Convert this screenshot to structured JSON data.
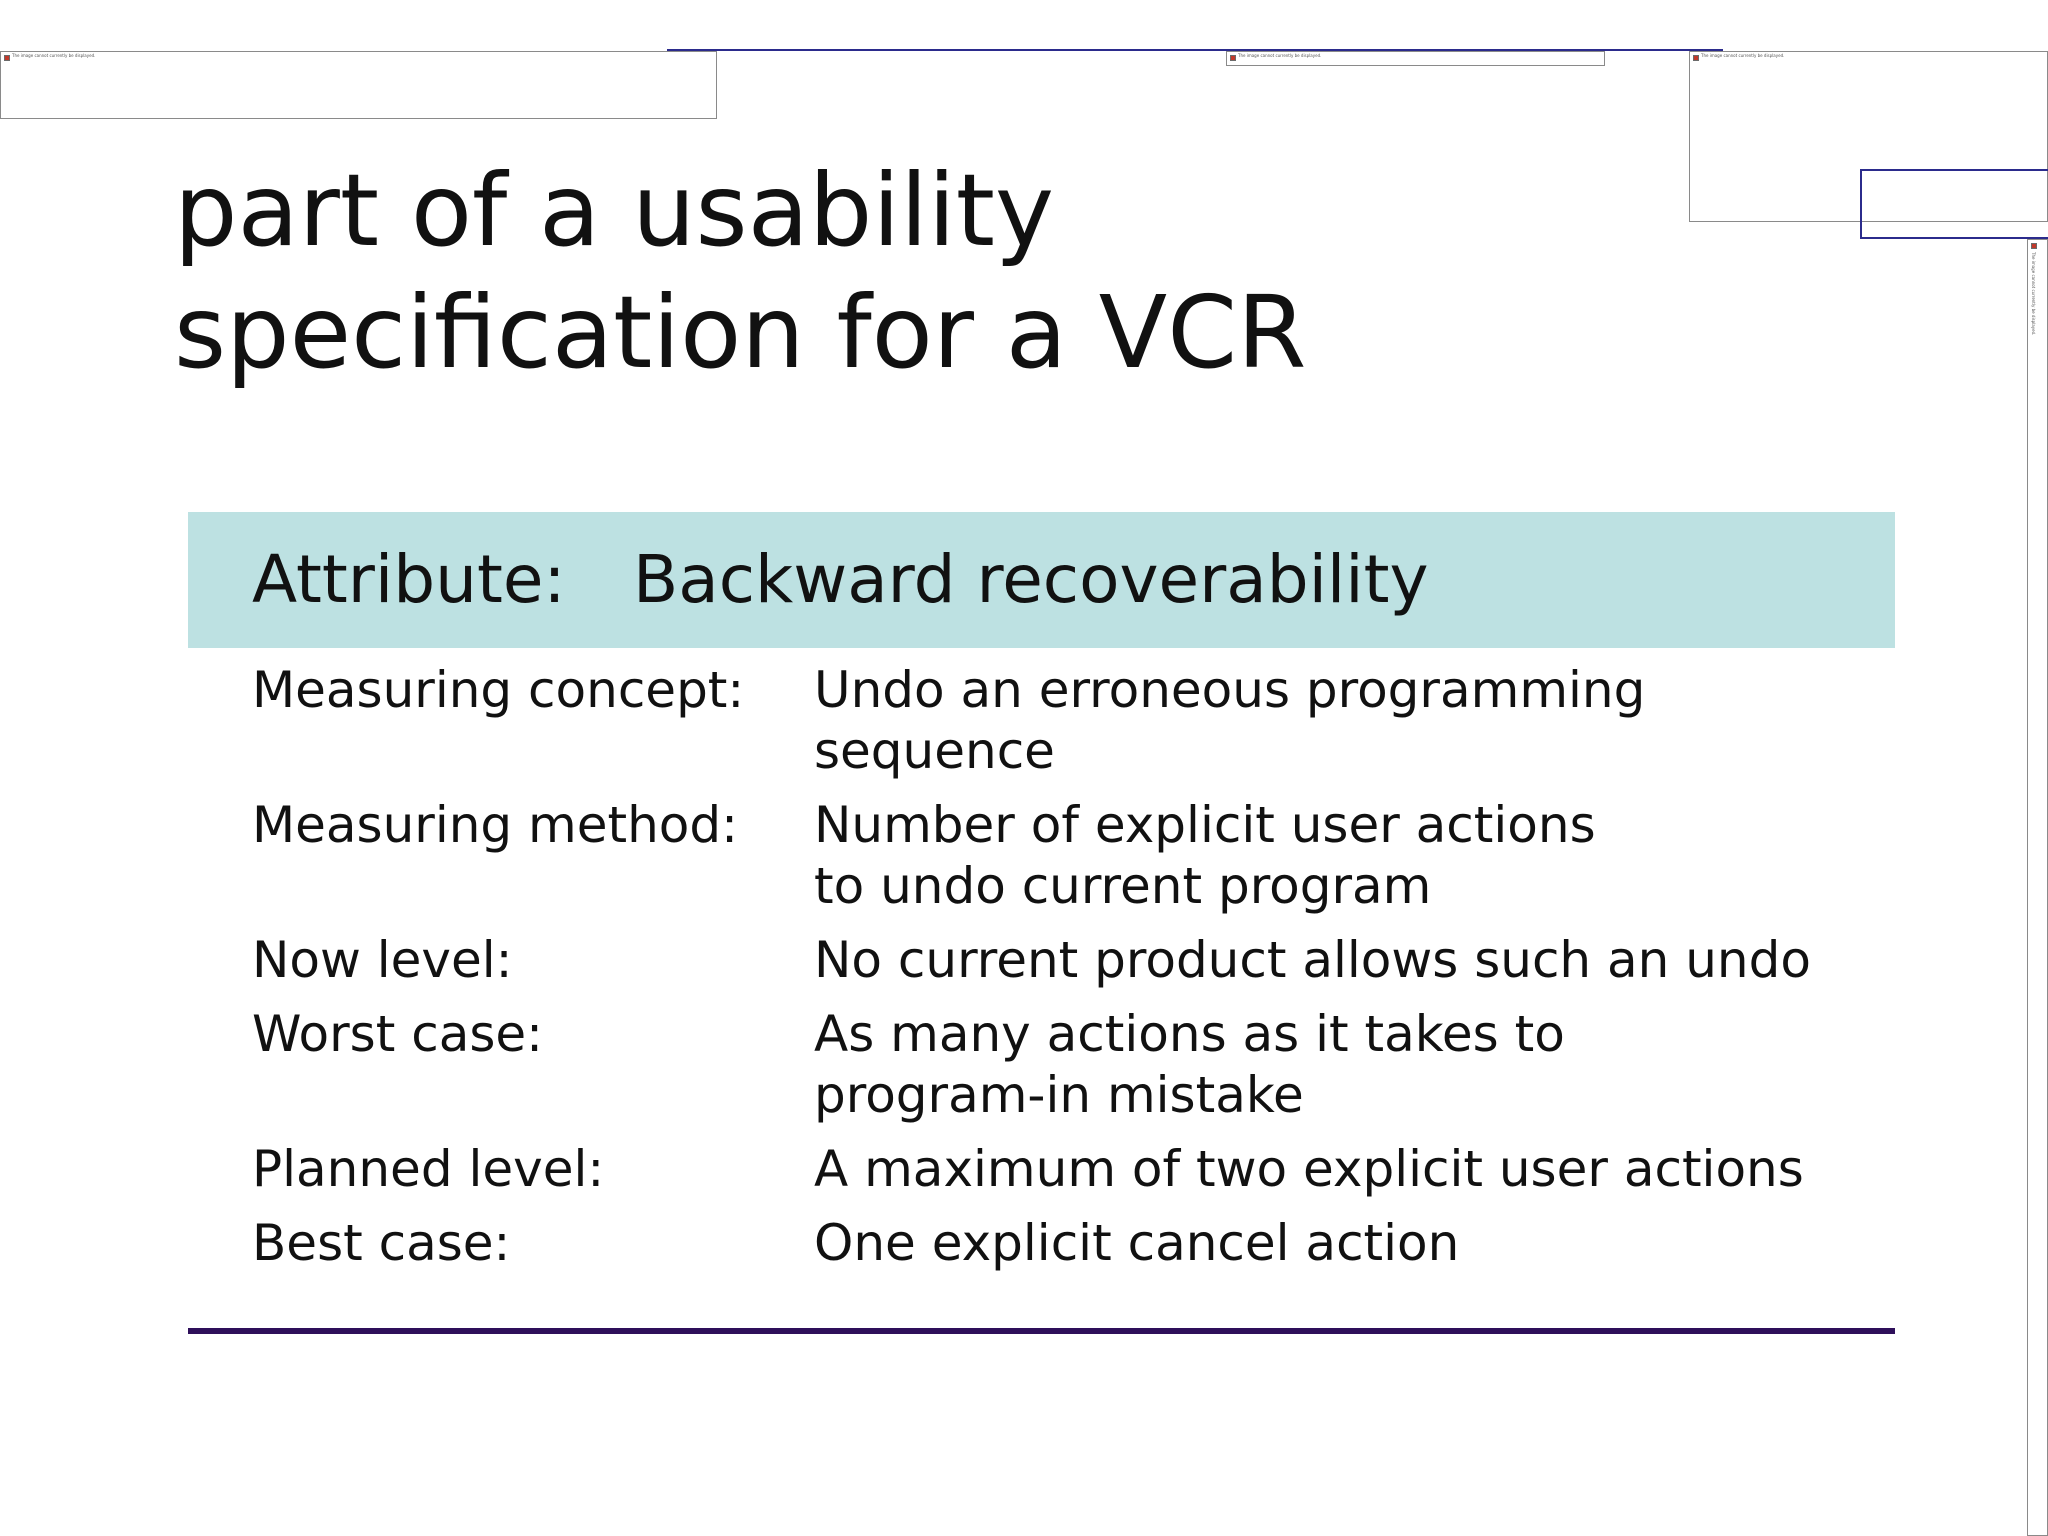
{
  "title_lines": [
    "part of a usability",
    "specification for a VCR"
  ],
  "attribute": {
    "label": "Attribute:",
    "value": "Backward recoverability"
  },
  "rows": [
    {
      "label": "Measuring concept:",
      "value_lines": [
        "Undo an erroneous programming",
        "sequence"
      ]
    },
    {
      "label": "Measuring method:",
      "value_lines": [
        "Number of explicit user actions",
        "to undo current program"
      ]
    },
    {
      "label": "Now level:",
      "value_lines": [
        "No current product allows such an undo"
      ]
    },
    {
      "label": "Worst case:",
      "value_lines": [
        "As many actions as it takes to",
        "program-in mistake"
      ]
    },
    {
      "label": "Planned level:",
      "value_lines": [
        "A maximum of two explicit user actions"
      ]
    },
    {
      "label": "Best case:",
      "value_lines": [
        "One explicit cancel action"
      ]
    }
  ],
  "placeholders": {
    "broken_image_text": "The image cannot currently be displayed."
  },
  "colors": {
    "attribute_band": "#bde1e2",
    "bottom_rule": "#2e0f5a",
    "frame_blue": "#2b2b8c"
  }
}
